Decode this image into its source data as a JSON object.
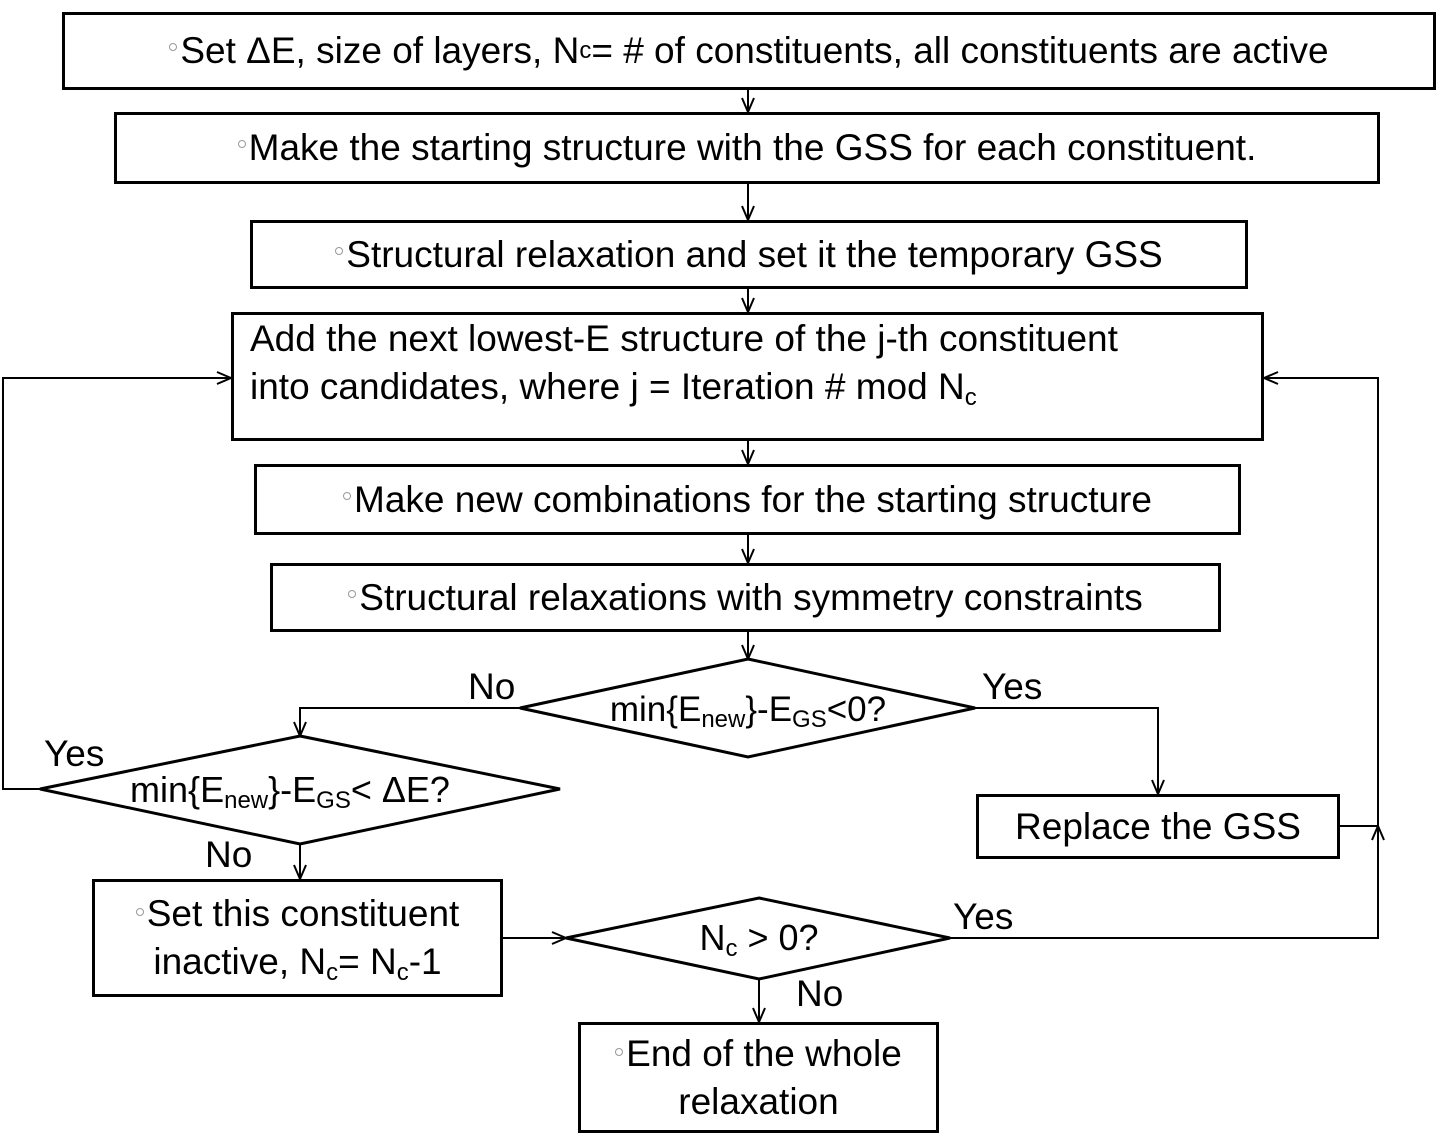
{
  "nodes": {
    "step1": {
      "pre": "Set ΔE, size of layers, N",
      "sub": "c",
      "post": " = # of constituents, all constituents are active"
    },
    "step2": {
      "text": "Make the starting structure with the GSS for each constituent."
    },
    "step3": {
      "text": "Structural relaxation and set it the temporary GSS"
    },
    "step4": {
      "line1": "Add the next lowest-E structure of the j-th constituent",
      "line2_pre": "into candidates, where j = Iteration # mod N",
      "line2_sub": "c"
    },
    "step5": {
      "text": "Make new combinations for the starting structure"
    },
    "step6": {
      "text": "Structural relaxations with symmetry constraints"
    },
    "decision1": {
      "pre": "min{E",
      "sub1": "new",
      "mid": "}-E",
      "sub2": "GS",
      "post": "<0?"
    },
    "decision2": {
      "pre": "min{E",
      "sub1": "new",
      "mid": "}-E",
      "sub2": "GS",
      "post": "< ΔE?"
    },
    "replace": {
      "text": "Replace the GSS"
    },
    "inactive": {
      "line1": "Set this constituent",
      "line2_pre": "inactive, N",
      "line2_sub1": "c",
      "line2_mid": "= N",
      "line2_sub2": "c",
      "line2_post": "-1"
    },
    "decision3": {
      "pre": "N",
      "sub": "c",
      "post": " > 0?"
    },
    "end": {
      "line1": "End of the whole",
      "line2": "relaxation"
    }
  },
  "edge_labels": {
    "d1_no": "No",
    "d1_yes": "Yes",
    "d2_yes": "Yes",
    "d2_no": "No",
    "d3_yes": "Yes",
    "d3_no": "No"
  }
}
